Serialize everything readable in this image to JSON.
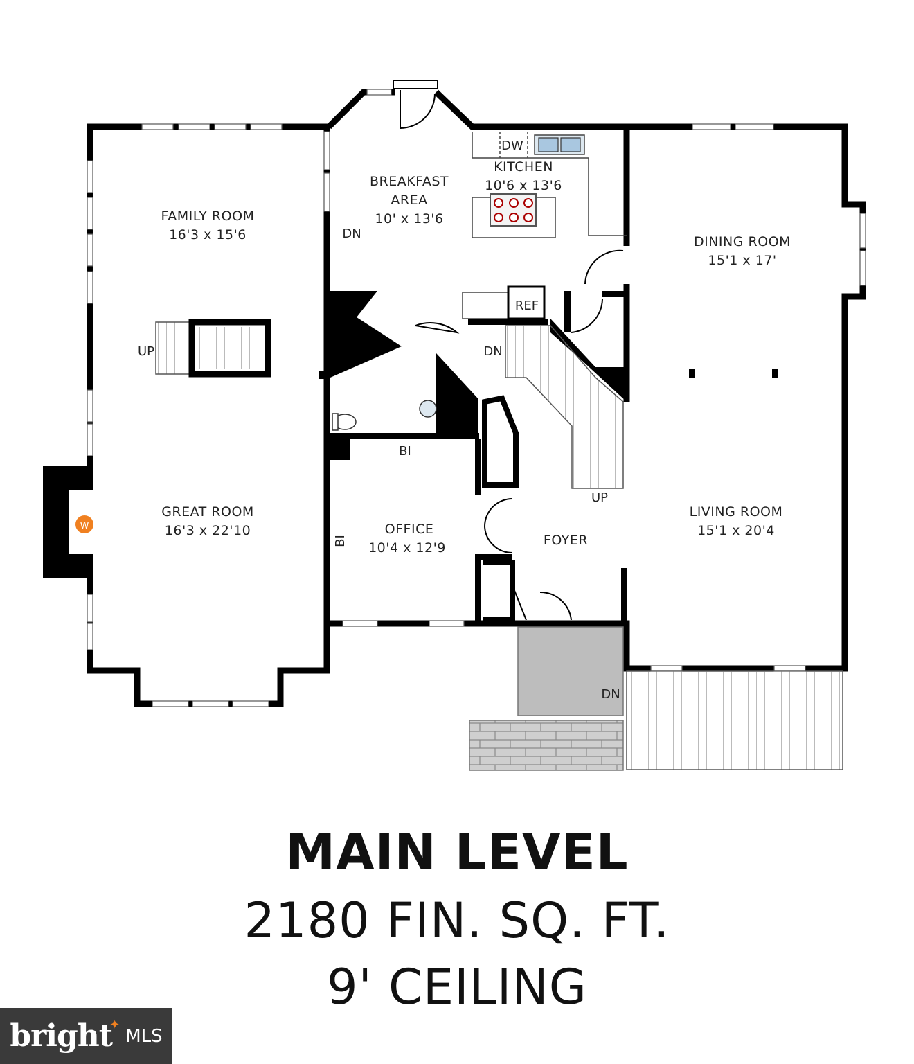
{
  "plan": {
    "rooms": {
      "family_room": {
        "name": "FAMILY ROOM",
        "size": "16'3 x 15'6"
      },
      "breakfast": {
        "name_line1": "BREAKFAST",
        "name_line2": "AREA",
        "size": "10' x 13'6"
      },
      "kitchen": {
        "name": "KITCHEN",
        "size": "10'6 x 13'6"
      },
      "dining_room": {
        "name": "DINING ROOM",
        "size": "15'1 x 17'"
      },
      "great_room": {
        "name": "GREAT ROOM",
        "size": "16'3 x 22'10"
      },
      "office": {
        "name": "OFFICE",
        "size": "10'4 x 12'9"
      },
      "foyer": {
        "name": "FOYER"
      },
      "living_room": {
        "name": "LIVING ROOM",
        "size": "15'1 x 20'4"
      }
    },
    "labels": {
      "dw": "DW",
      "ref": "REF",
      "bi": "BI",
      "up": "UP",
      "dn": "DN",
      "fireplace": "W"
    }
  },
  "caption": {
    "title": "MAIN LEVEL",
    "sqft": "2180 FIN. SQ. FT.",
    "ceiling": "9' CEILING"
  },
  "badge": {
    "word": "bright",
    "mls": "MLS"
  },
  "colors": {
    "wall": "#000000",
    "window": "#ffffff",
    "fireplace_flame": "#f08020",
    "porch": "#bdbdbd",
    "brick": "#cfcfcf"
  }
}
